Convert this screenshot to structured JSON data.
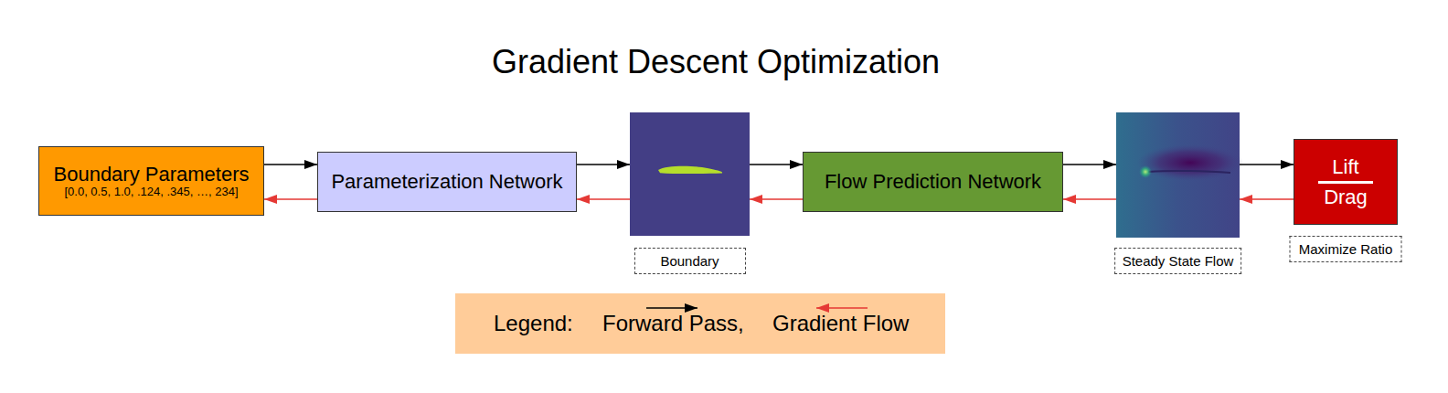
{
  "diagram": {
    "title": "Gradient Descent Optimization",
    "nodes": [
      {
        "text": [
          "Boundary Parameters",
          "[0.0, 0.5, 1.0, .124, .345, …, 234]"
        ]
      },
      {
        "text": [
          "Parameterization Network"
        ]
      },
      {
        "text": [
          "Boundary"
        ]
      },
      {
        "text": [
          "Flow Prediction Network"
        ]
      },
      {
        "text": [
          "Steady State Flow"
        ]
      },
      {
        "text": [
          "Lift",
          "Drag",
          "Maximize Ratio"
        ]
      }
    ],
    "edges": [
      {
        "from": 0,
        "to": 1,
        "arrow": "to"
      },
      {
        "from": 1,
        "to": 2,
        "arrow": "to"
      },
      {
        "from": 2,
        "to": 3,
        "arrow": "to"
      },
      {
        "from": 3,
        "to": 4,
        "arrow": "to"
      },
      {
        "from": 4,
        "to": 5,
        "arrow": "to"
      },
      {
        "from": 5,
        "to": 4,
        "arrow": "to"
      },
      {
        "from": 4,
        "to": 3,
        "arrow": "to"
      },
      {
        "from": 3,
        "to": 2,
        "arrow": "to"
      },
      {
        "from": 2,
        "to": 1,
        "arrow": "to"
      },
      {
        "from": 1,
        "to": 0,
        "arrow": "to"
      }
    ],
    "labels": [
      "Legend:"
    ],
    "legend": [
      {
        "text": "Forward Pass,"
      },
      {
        "text": "Gradient Flow"
      }
    ]
  }
}
